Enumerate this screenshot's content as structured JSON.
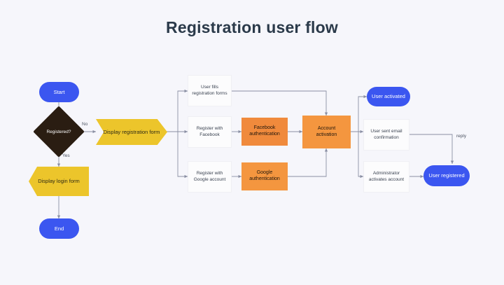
{
  "diagram": {
    "title": "Registration user flow",
    "background": "#f6f6fb",
    "title_color": "#2b3a4a",
    "colors": {
      "terminal": "#3b56f0",
      "decision": "#2a1d12",
      "process_yellow": "#ecc52b",
      "auth_orange_facebook": "#f08a3c",
      "auth_orange_google": "#f4963f",
      "account_orange": "#f4963f",
      "box_white": "#fcfcfd",
      "edge": "#8a8fa3",
      "text_dark": "#3a4250",
      "text_light": "#ffffff"
    },
    "nodes": [
      {
        "id": "start",
        "label": "Start",
        "shape": "pill"
      },
      {
        "id": "registered",
        "label": "Registered?",
        "shape": "diamond"
      },
      {
        "id": "display_reg",
        "label": "Display registration form",
        "shape": "chevron-right"
      },
      {
        "id": "display_login",
        "label": "Display login form",
        "shape": "chevron-left"
      },
      {
        "id": "end",
        "label": "End",
        "shape": "pill"
      },
      {
        "id": "fills_forms",
        "label": "User fills registration forms",
        "shape": "box"
      },
      {
        "id": "reg_fb",
        "label": "Register with Facebook",
        "shape": "box"
      },
      {
        "id": "reg_google",
        "label": "Register with Google account",
        "shape": "box"
      },
      {
        "id": "fb_auth",
        "label": "Facebook authentication",
        "shape": "box-orange"
      },
      {
        "id": "google_auth",
        "label": "Google authentication",
        "shape": "box-orange"
      },
      {
        "id": "account_act",
        "label": "Account activation",
        "shape": "box-orange"
      },
      {
        "id": "user_activated",
        "label": "User activated",
        "shape": "pill"
      },
      {
        "id": "sent_email",
        "label": "User sent email confirmation",
        "shape": "box"
      },
      {
        "id": "admin_act",
        "label": "Administrator activates account",
        "shape": "box"
      },
      {
        "id": "user_reg",
        "label": "User registered",
        "shape": "pill"
      }
    ],
    "edge_labels": [
      {
        "id": "no",
        "text": "No"
      },
      {
        "id": "yes",
        "text": "Yes"
      },
      {
        "id": "reply",
        "text": "reply"
      }
    ],
    "node_text": {
      "start": "Start",
      "registered": "Registered?",
      "display_reg": "Display registration form",
      "display_login": "Display login form",
      "end": "End",
      "fills_forms_line1": "User fills",
      "fills_forms_line2": "registration forms",
      "reg_fb_line1": "Register with",
      "reg_fb_line2": "Facebook",
      "reg_google_line1": "Register with",
      "reg_google_line2": "Google account",
      "fb_auth_line1": "Facebook",
      "fb_auth_line2": "authentication",
      "google_auth_line1": "Google",
      "google_auth_line2": "authentication",
      "account_act_line1": "Account",
      "account_act_line2": "activation",
      "user_activated": "User activated",
      "sent_email_line1": "User sent email",
      "sent_email_line2": "confirmation",
      "admin_act_line1": "Administrator",
      "admin_act_line2": "activates account",
      "user_reg": "User registered",
      "label_no": "No",
      "label_yes": "Yes",
      "label_reply": "reply"
    }
  }
}
